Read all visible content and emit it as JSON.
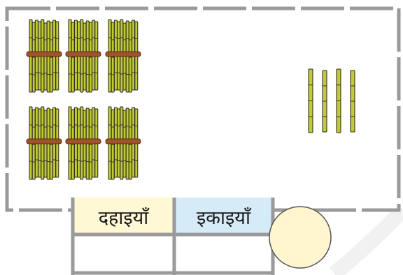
{
  "table": {
    "tens_label": "दहाइयाँ",
    "ones_label": "इकाइयाँ",
    "tens_header_color": "#fff8d4",
    "ones_header_color": "#d6ebf8"
  },
  "counters": {
    "bundles_of_ten": 6,
    "single_sticks": 4
  },
  "answer_circle_color": "#fff6cf",
  "stick_color": "#c2cb34",
  "band_color": "#a0522d",
  "border_color": "#9a9a9a"
}
